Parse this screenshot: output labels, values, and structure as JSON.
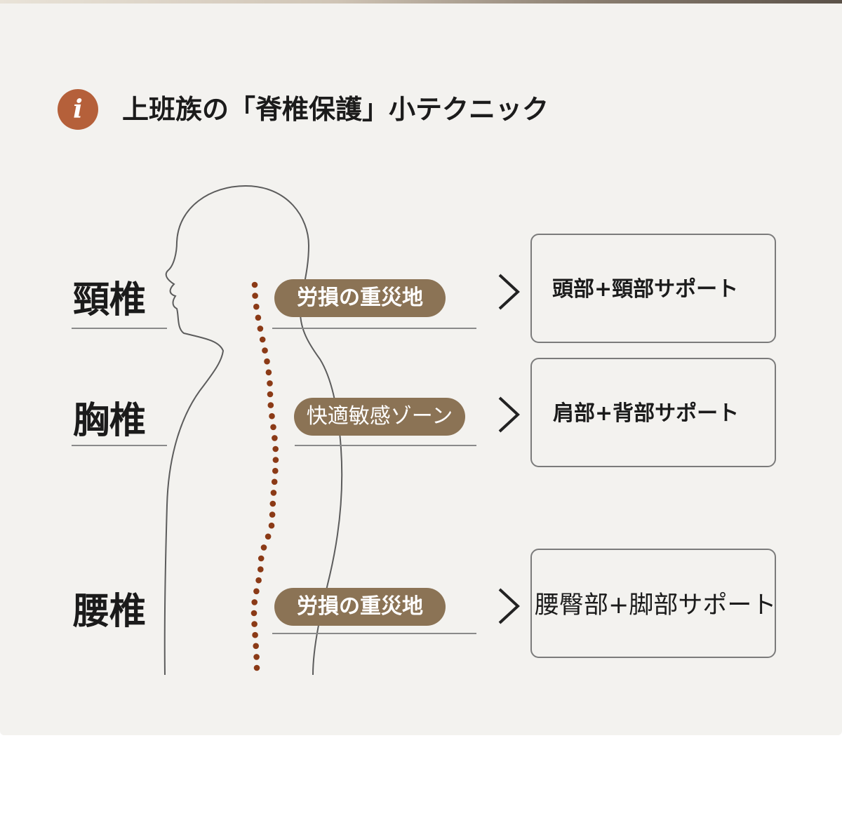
{
  "title": "上班族の「脊椎保護」小テクニック",
  "icon": "info-icon",
  "colors": {
    "accent": "#b5603a",
    "pill": "#8b7355",
    "dots": "#8b3a16"
  },
  "sections": [
    {
      "label": "頸椎",
      "tag": "労損の重災地",
      "support": "頭部+頸部サポート"
    },
    {
      "label": "胸椎",
      "tag": "快適敏感ゾーン",
      "support": "肩部+背部サポート"
    },
    {
      "label": "腰椎",
      "tag": "労損の重災地",
      "support": "腰臀部+脚部サポート"
    }
  ]
}
